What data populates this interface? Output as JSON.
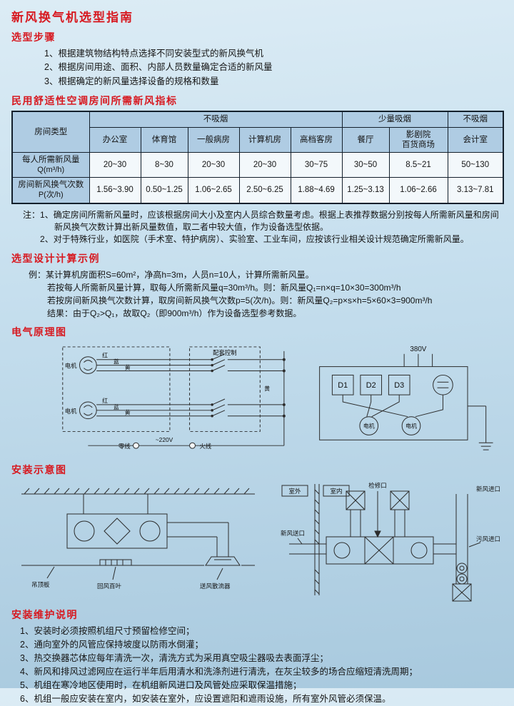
{
  "colors": {
    "heading_red": "#d71920",
    "table_header_blue": "#afcce3",
    "background_blue": "#c6dfee",
    "border_dark": "#14202c"
  },
  "page": {
    "title": "新风换气机选型指南"
  },
  "steps": {
    "heading": "选型步骤",
    "items": [
      "1、根据建筑物结构特点选择不同安装型式的新风换气机",
      "2、根据房间用途、面积、内部人员数量确定合适的新风量",
      "3、根据确定的新风量选择设备的规格和数量"
    ]
  },
  "table_section": {
    "heading": "民用舒适性空调房间所需新风指标",
    "room_type_header": "房间类型",
    "groups": [
      {
        "label": "不吸烟"
      },
      {
        "label": "少量吸烟"
      },
      {
        "label": "不吸烟"
      }
    ],
    "columns": [
      {
        "l1": "办公室",
        "l2": ""
      },
      {
        "l1": "体育馆",
        "l2": ""
      },
      {
        "l1": "一般病房",
        "l2": ""
      },
      {
        "l1": "计算机房",
        "l2": ""
      },
      {
        "l1": "高档客房",
        "l2": ""
      },
      {
        "l1": "餐厅",
        "l2": ""
      },
      {
        "l1": "影剧院",
        "l2": "百货商场"
      },
      {
        "l1": "会计室",
        "l2": ""
      }
    ],
    "rows": [
      {
        "label1": "每人所需新风量",
        "label2": "Q(m³/h)",
        "values": [
          "20~30",
          "8~30",
          "20~30",
          "20~30",
          "30~75",
          "30~50",
          "8.5~21",
          "50~130"
        ]
      },
      {
        "label1": "房间新风换气次数",
        "label2": "P(次/h)",
        "values": [
          "1.56~3.90",
          "0.50~1.25",
          "1.06~2.65",
          "2.50~6.25",
          "1.88~4.69",
          "1.25~3.13",
          "1.06~2.66",
          "3.13~7.81"
        ]
      }
    ]
  },
  "notes": {
    "prefix": "注：",
    "items": [
      "1、确定房间所需新风量时，应该根据房间大小及室内人员综合数量考虑。根据上表推荐数据分别按每人所需新风量和房间新风换气次数计算出新风量数值，取二者中较大值，作为设备选型依据。",
      "2、对于特殊行业，如医院（手术室、特护病房）、实验室、工业车间，应按该行业相关设计规范确定所需新风量。"
    ]
  },
  "example": {
    "heading": "选型设计计算示例",
    "lines": [
      "例：某计算机房面积S=60m²，净高h=3m，人员n=10人，计算所需新风量。",
      "若按每人所需新风量计算，取每人所需新风量q=30m³/h。则：新风量Q₁=n×q=10×30=300m³/h",
      "若按房间新风换气次数计算，取房间新风换气次数p=5(次/h)。则：新风量Q₂=p×s×h=5×60×3=900m³/h",
      "结果：由于Q₂>Q₁，故取Q₂（即900m³/h）作为设备选型参考数据。"
    ]
  },
  "electrical": {
    "heading": "电气原理图",
    "wiring220": {
      "motor1": "电机",
      "motor2": "电机",
      "wire_red1": "红",
      "wire_blue1": "蓝",
      "wire_yellow1": "黄",
      "wire_red2": "红",
      "wire_blue2": "蓝",
      "wire_yellow2": "黄",
      "wire_yellow_right": "黄",
      "control": "配套控制",
      "neutral": "零线",
      "voltage": "~220V",
      "live": "火线"
    },
    "wiring380": {
      "voltage": "380V",
      "d1": "D1",
      "d2": "D2",
      "d3": "D3",
      "motor1": "电机",
      "motor2": "电机"
    }
  },
  "installation": {
    "heading": "安装示意图",
    "ceiling_unit": {
      "ceiling": "吊顶板",
      "return_louver": "回风百叶",
      "supply_diffuser": "送风散流器"
    },
    "duct_system": {
      "outdoor": "室外",
      "indoor": "室内",
      "access": "检修口",
      "fresh_supply": "新风送口",
      "foul_inlet": "污风进口",
      "fresh_inlet": "新风进口"
    }
  },
  "maintenance": {
    "heading": "安装维护说明",
    "items": [
      "1、安装时必须按照机组尺寸预留检修空间；",
      "2、通向室外的风管应保持坡度以防雨水倒灌；",
      "3、热交换器芯体应每年清洗一次，清洗方式为采用真空吸尘器吸去表面浮尘；",
      "4、新风和排风过滤网应在运行半年后用清水和洗涤剂进行清洗，在灰尘较多的场合应缩短清洗周期；",
      "5、机组在寒冷地区使用时，在机组新风进口及风管处应采取保温措施；",
      "6、机组一般应安装在室内，如安装在室外，应设置遮阳和遮雨设施，所有室外风管必须保温。"
    ]
  }
}
